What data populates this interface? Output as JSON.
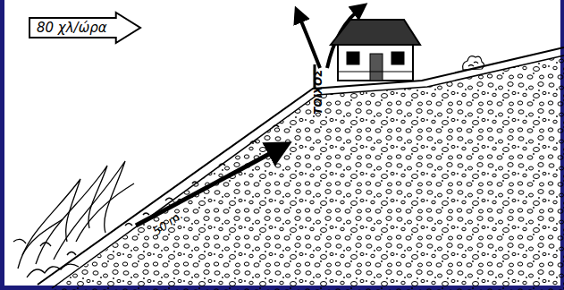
{
  "diagram": {
    "nodes": [
      {
        "text": [
          "80 χλ/ώρα"
        ]
      }
    ],
    "labels": [
      "ΤΟΙΧΟΣ",
      "50 m."
    ]
  }
}
